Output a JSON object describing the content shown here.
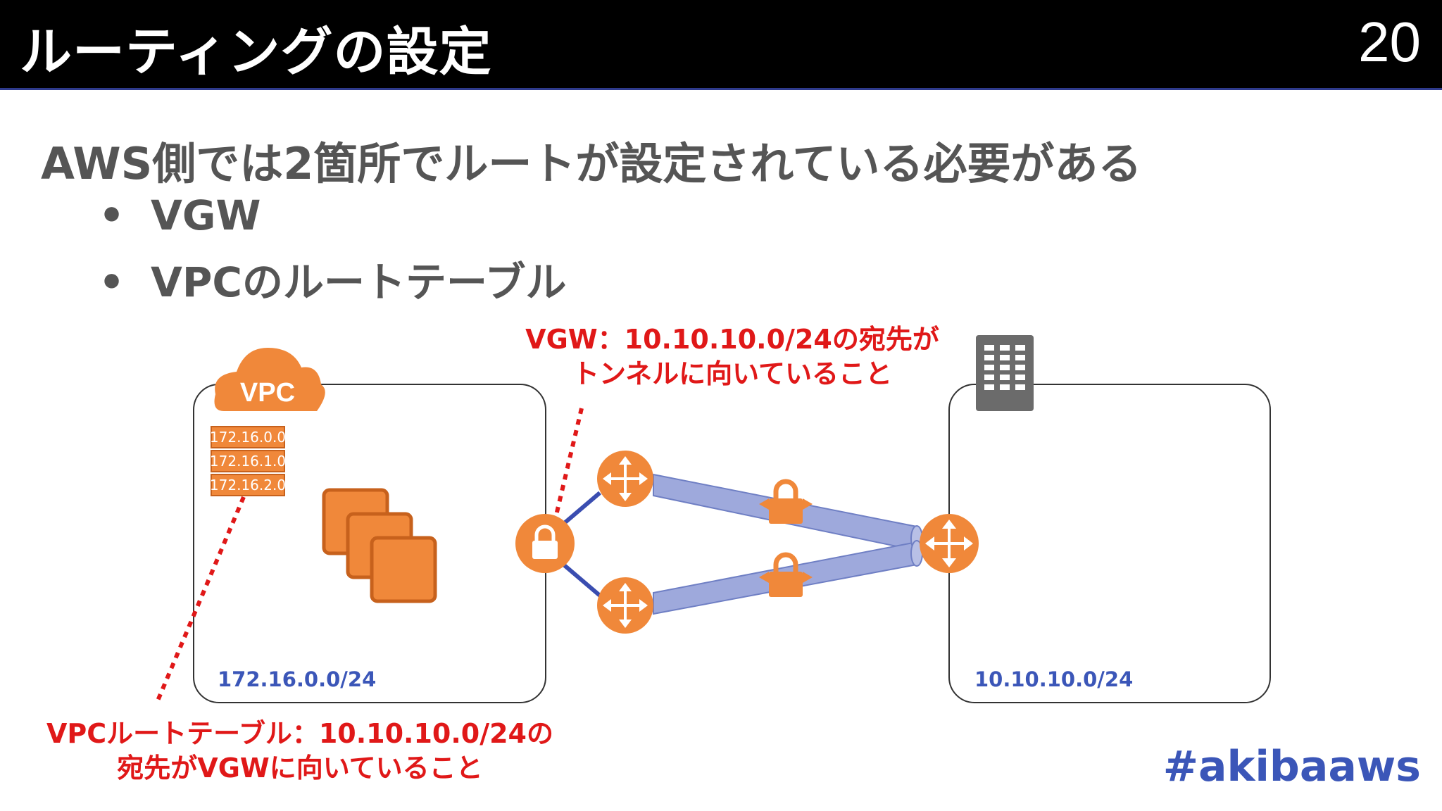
{
  "header": {
    "title": "ルーティングの設定",
    "page_number": "20"
  },
  "main": {
    "heading": "AWS側では2箇所でルートが設定されている必要がある",
    "bullets": [
      {
        "marker": "•",
        "text": "VGW"
      },
      {
        "marker": "•",
        "text": "VPCのルートテーブル"
      }
    ]
  },
  "diagram": {
    "vgw_note": {
      "line1": "VGW：10.10.10.0/24の宛先が",
      "line2": "トンネルに向いていること"
    },
    "vpc_note": {
      "line1": "VPCルートテーブル：10.10.10.0/24の",
      "line2": "宛先がVGWに向いていること"
    },
    "vpc_cloud_label": "VPC",
    "route_table_entries": [
      "172.16.0.0",
      "172.16.1.0",
      "172.16.2.0"
    ],
    "vpc_cidr": "172.16.0.0/24",
    "onprem_cidr": "10.10.10.0/24"
  },
  "footer": {
    "hashtag": "#akibaaws"
  },
  "colors": {
    "aws_orange": "#f0883a",
    "aws_orange_dark": "#c7611c",
    "note_red": "#e01818",
    "cidr_blue": "#3b56b8",
    "tunnel_fill": "#9ea9dc",
    "tunnel_stroke": "#6f7fc4",
    "link_blue": "#3a4db0",
    "building_gray": "#6b6b6b"
  }
}
